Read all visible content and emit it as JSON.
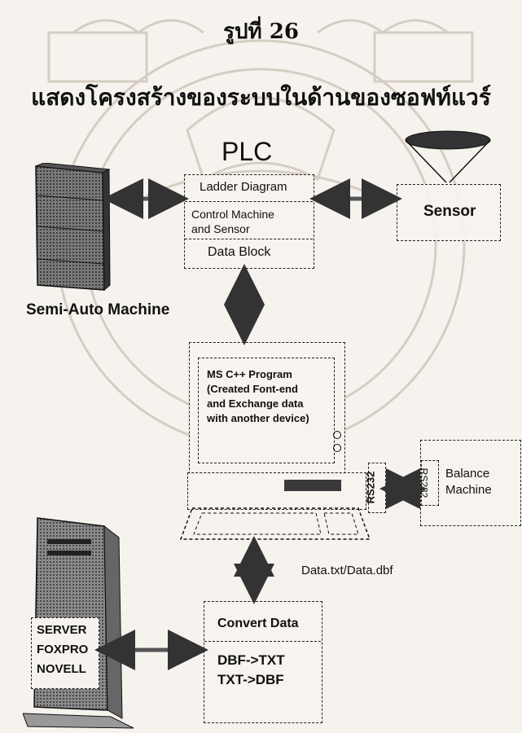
{
  "header": {
    "figure_number": "รูปที่ 26",
    "caption": "แสดงโครงสร้างของระบบในด้านของซอฟท์แวร์"
  },
  "plc": {
    "title": "PLC",
    "section_1": "Ladder Diagram",
    "section_2_line1": "Control Machine",
    "section_2_line2": "and Sensor",
    "section_3": "Data Block"
  },
  "sensor": {
    "label": "Sensor"
  },
  "machine": {
    "label": "Semi-Auto Machine"
  },
  "program": {
    "line1": "MS C++ Program",
    "line2": "(Created Font-end",
    "line3": "and Exchange data",
    "line4": "with another device)"
  },
  "rs232": {
    "pc_port": "RS232",
    "balance_port": "RS232"
  },
  "balance": {
    "line1": "Balance",
    "line2": "Machine"
  },
  "data_file": {
    "label": "Data.txt/Data.dbf"
  },
  "convert": {
    "title": "Convert Data",
    "line1": "DBF->TXT",
    "line2": "TXT->DBF"
  },
  "server": {
    "line1": "SERVER",
    "line2": "FOXPRO",
    "line3": "NOVELL"
  },
  "colors": {
    "ink": "#111111",
    "paper": "#f6f3ee",
    "watermark": "#d8cfc4"
  }
}
